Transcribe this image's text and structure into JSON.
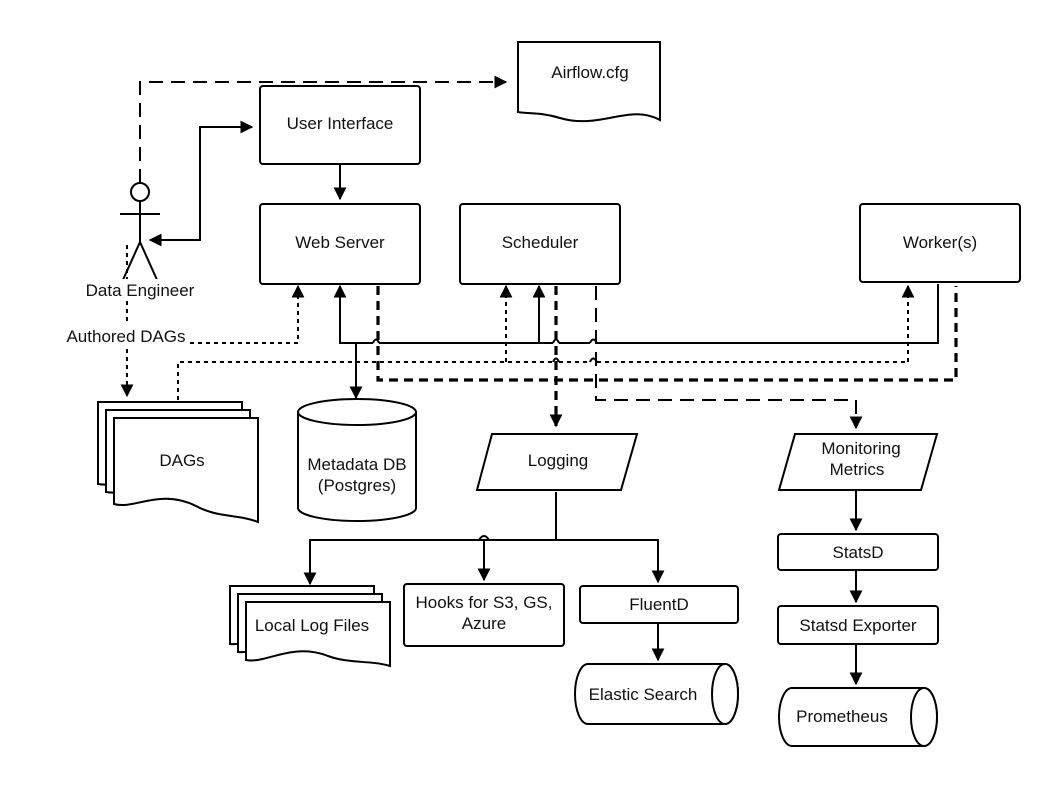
{
  "nodes": {
    "airflow_cfg": "Airflow.cfg",
    "user_interface": "User Interface",
    "web_server": "Web Server",
    "scheduler": "Scheduler",
    "workers": "Worker(s)",
    "data_engineer": "Data Engineer",
    "authored_dags": "Authored DAGs",
    "dags": "DAGs",
    "metadata_db_line1": "Metadata DB",
    "metadata_db_line2": "(Postgres)",
    "logging": "Logging",
    "monitoring_line1": "Monitoring",
    "monitoring_line2": "Metrics",
    "local_log_files": "Local Log Files",
    "hooks_line1": "Hooks for  S3, GS,",
    "hooks_line2": "Azure",
    "fluentd": "FluentD",
    "elastic_search": "Elastic Search",
    "statsd": "StatsD",
    "statsd_exporter": "Statsd Exporter",
    "prometheus": "Prometheus"
  }
}
